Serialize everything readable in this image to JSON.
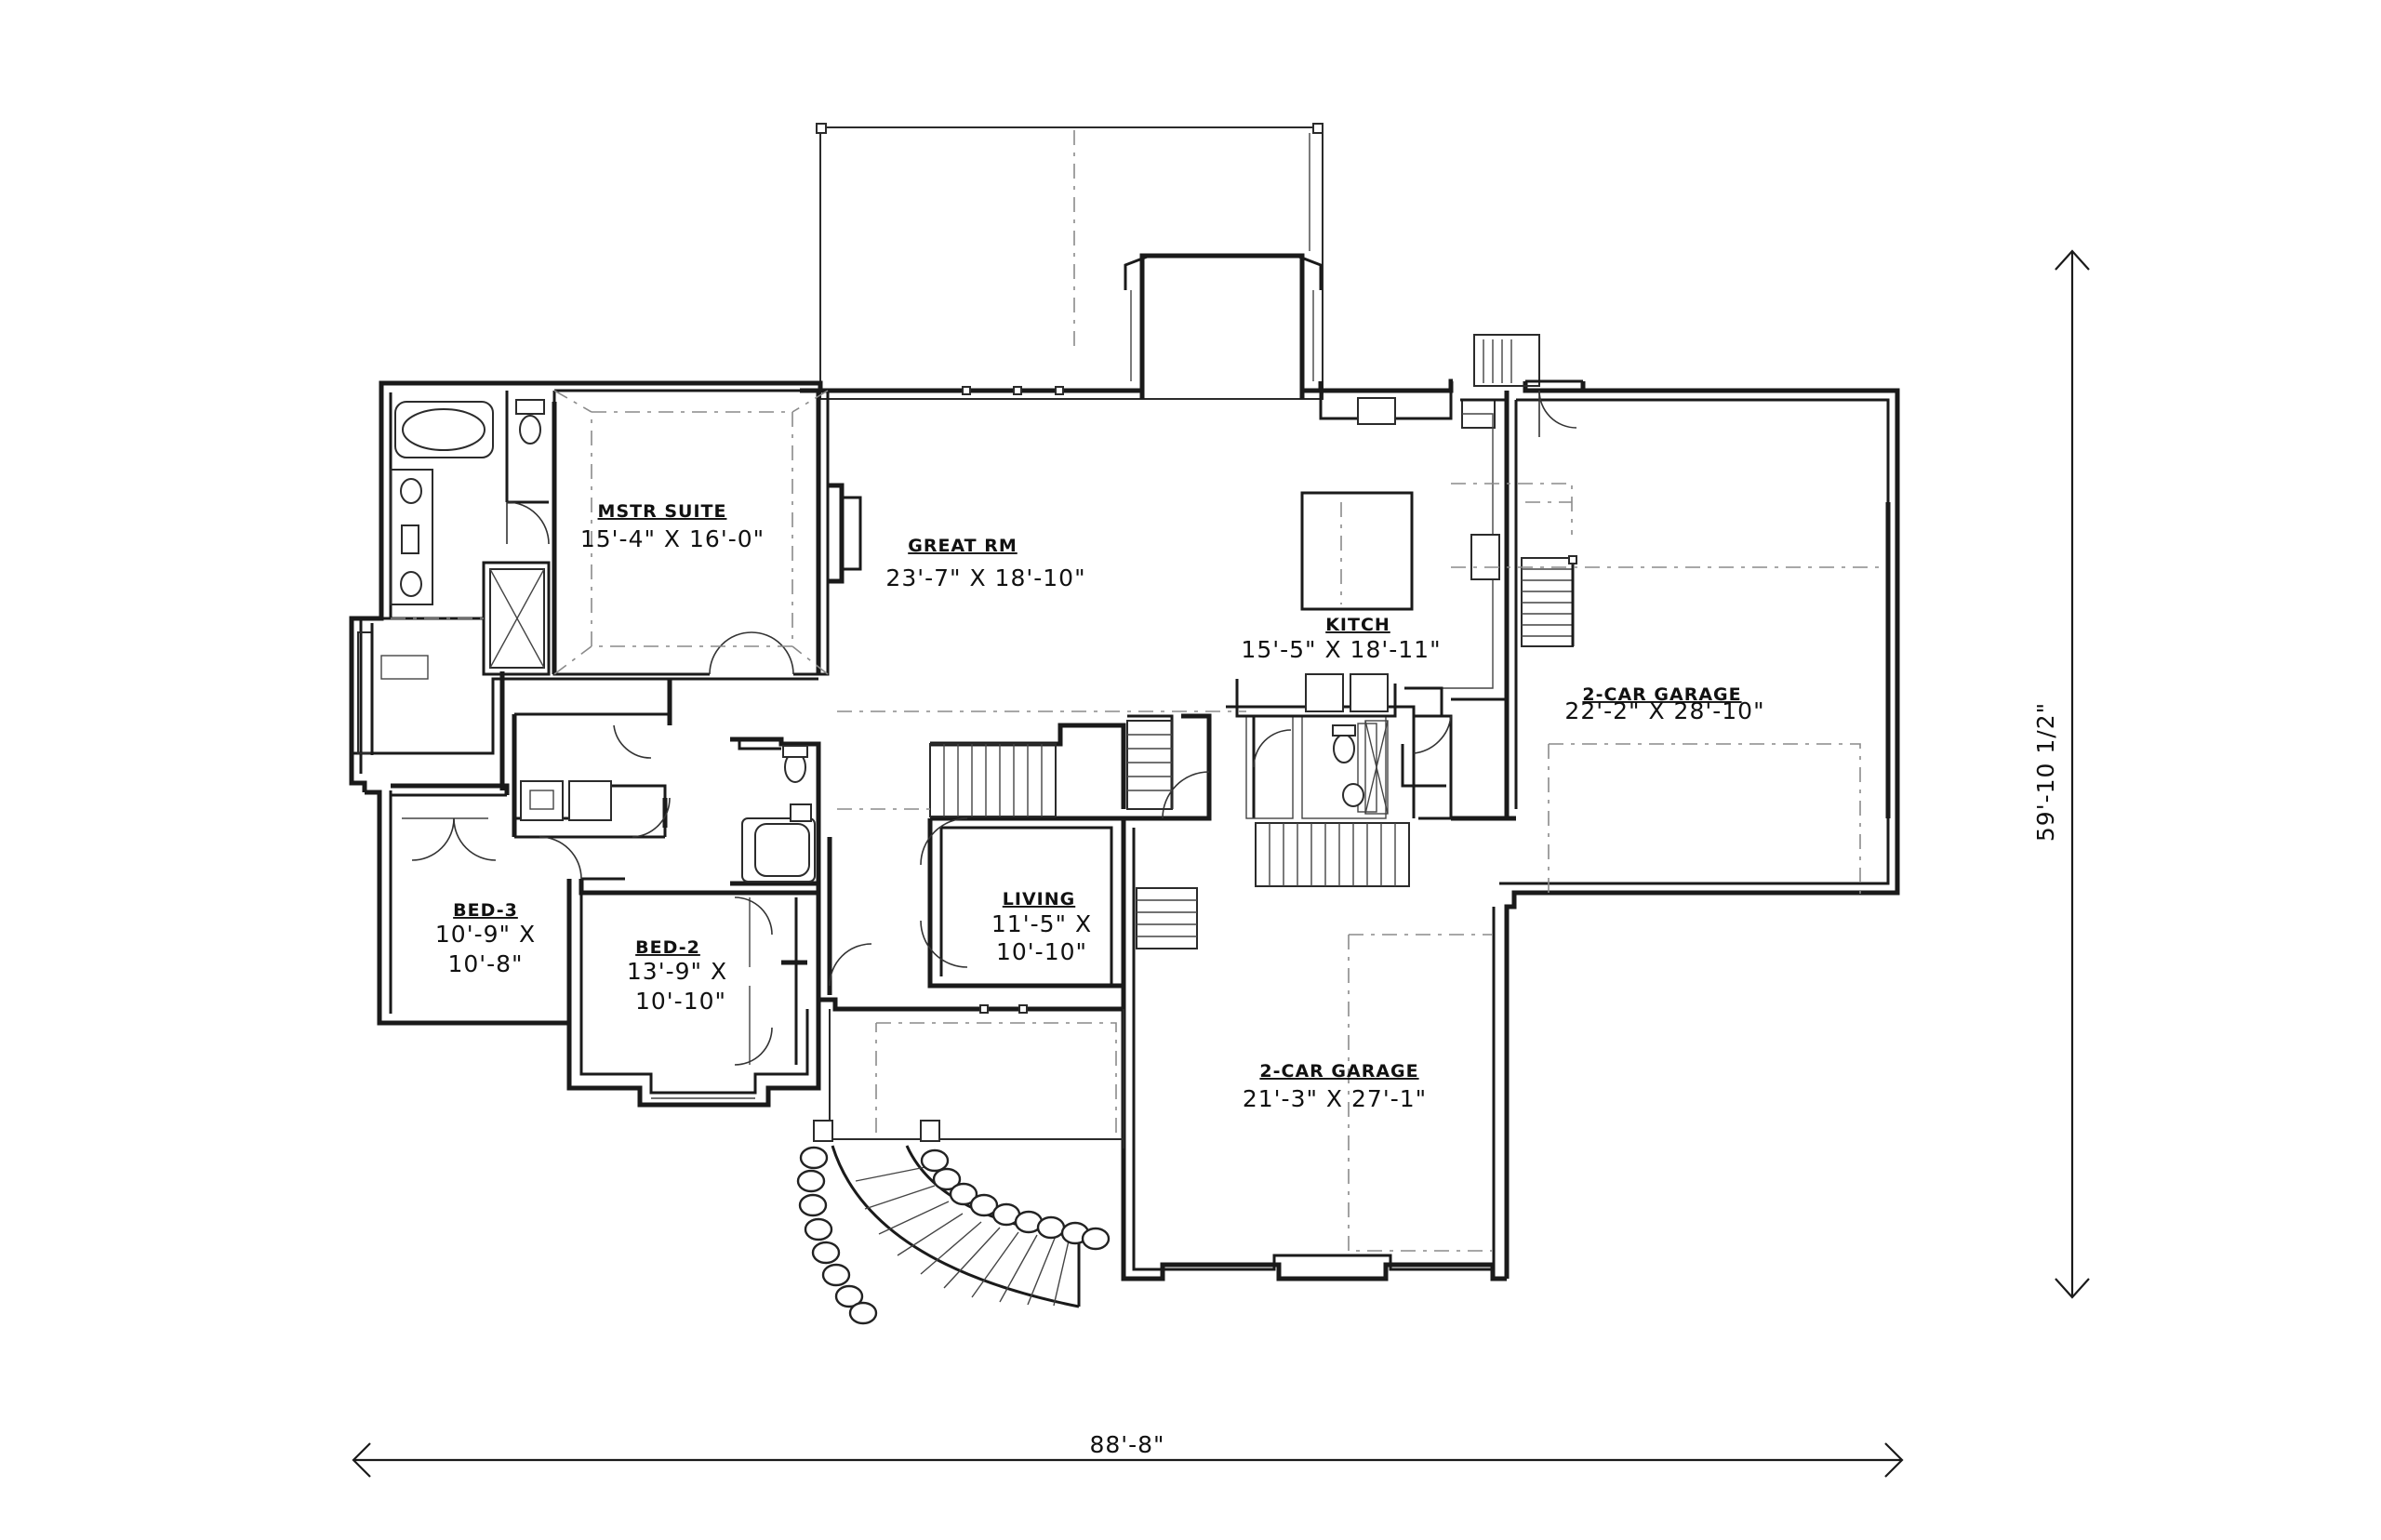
{
  "rooms": {
    "mstr_suite": {
      "name": "MSTR SUITE",
      "dim": "15'-4\" X 16'-0\""
    },
    "great_rm": {
      "name": "GREAT RM",
      "dim": "23'-7\" X 18'-10\""
    },
    "kitch": {
      "name": "KITCH",
      "dim": "15'-5\" X 18'-11\""
    },
    "garage_right": {
      "name": "2-CAR GARAGE",
      "dim": "22'-2\" X 28'-10\""
    },
    "garage_front": {
      "name": "2-CAR GARAGE",
      "dim": "21'-3\" X 27'-1\""
    },
    "living": {
      "name": "LIVING",
      "dim_line1": "11'-5\" X",
      "dim_line2": "10'-10\""
    },
    "bed3": {
      "name": "BED-3",
      "dim_line1": "10'-9\" X",
      "dim_line2": "10'-8\""
    },
    "bed2": {
      "name": "BED-2",
      "dim_line1": "13'-9\" X",
      "dim_line2": "10'-10\""
    }
  },
  "overall": {
    "width": "88'-8\"",
    "depth": "59'-10 1/2\""
  }
}
